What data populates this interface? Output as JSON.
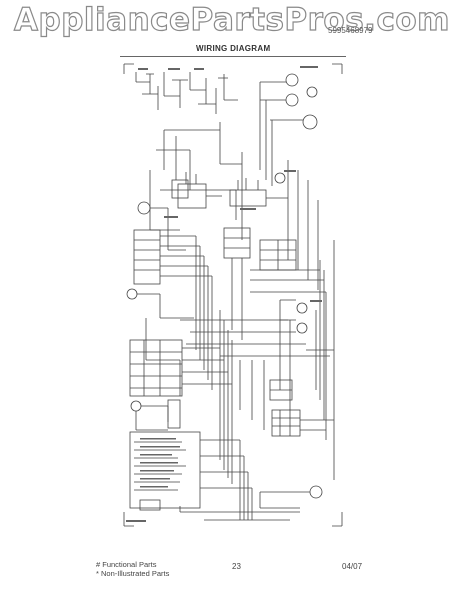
{
  "watermark": "AppliancePartsPros.com",
  "header": {
    "part_number": "5995468979",
    "title": "WIRING DIAGRAM"
  },
  "footer": {
    "functional_parts": "# Functional Parts",
    "non_illustrated": "* Non-Illustrated Parts",
    "page": "23",
    "date": "04/07"
  }
}
